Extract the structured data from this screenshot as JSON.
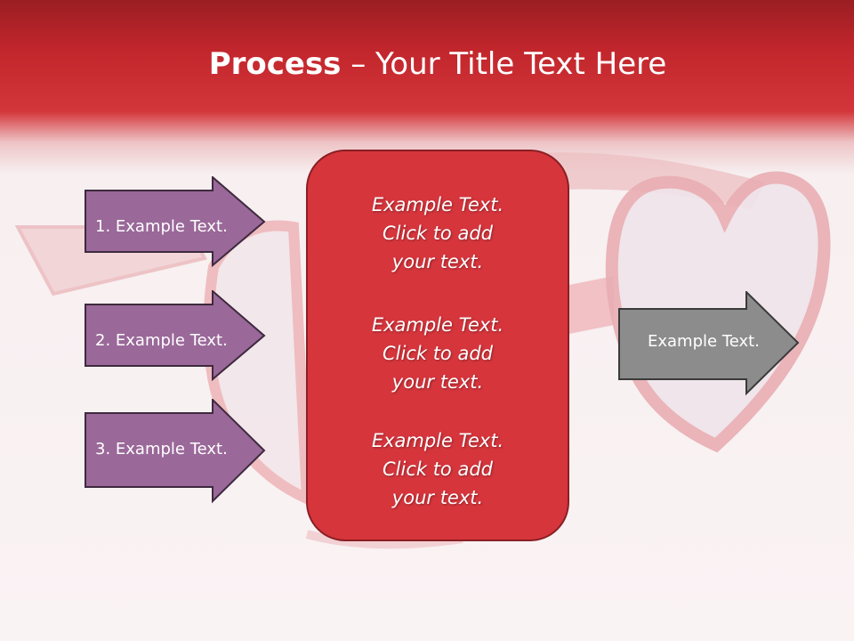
{
  "slide": {
    "title_bold": "Process",
    "title_rest": " – Your Title Text Here",
    "left_arrows": [
      "1. Example Text.",
      "2. Example Text.",
      "3. Example Text."
    ],
    "center_blocks": [
      {
        "line1": "Example Text.",
        "line2": "Click  to add",
        "line3": "your text."
      },
      {
        "line1": "Example Text.",
        "line2": "Click  to add",
        "line3": "your text."
      },
      {
        "line1": "Example Text.",
        "line2": "Click  to add",
        "line3": "your text."
      }
    ],
    "right_arrow": "Example Text."
  },
  "colors": {
    "header_red": "#c1262c",
    "arrow_purple": "#9a6899",
    "center_red": "#d6353c",
    "right_arrow_gray": "#8c8c8c"
  },
  "icons": {
    "background": "heart-sunglasses-illustration"
  }
}
